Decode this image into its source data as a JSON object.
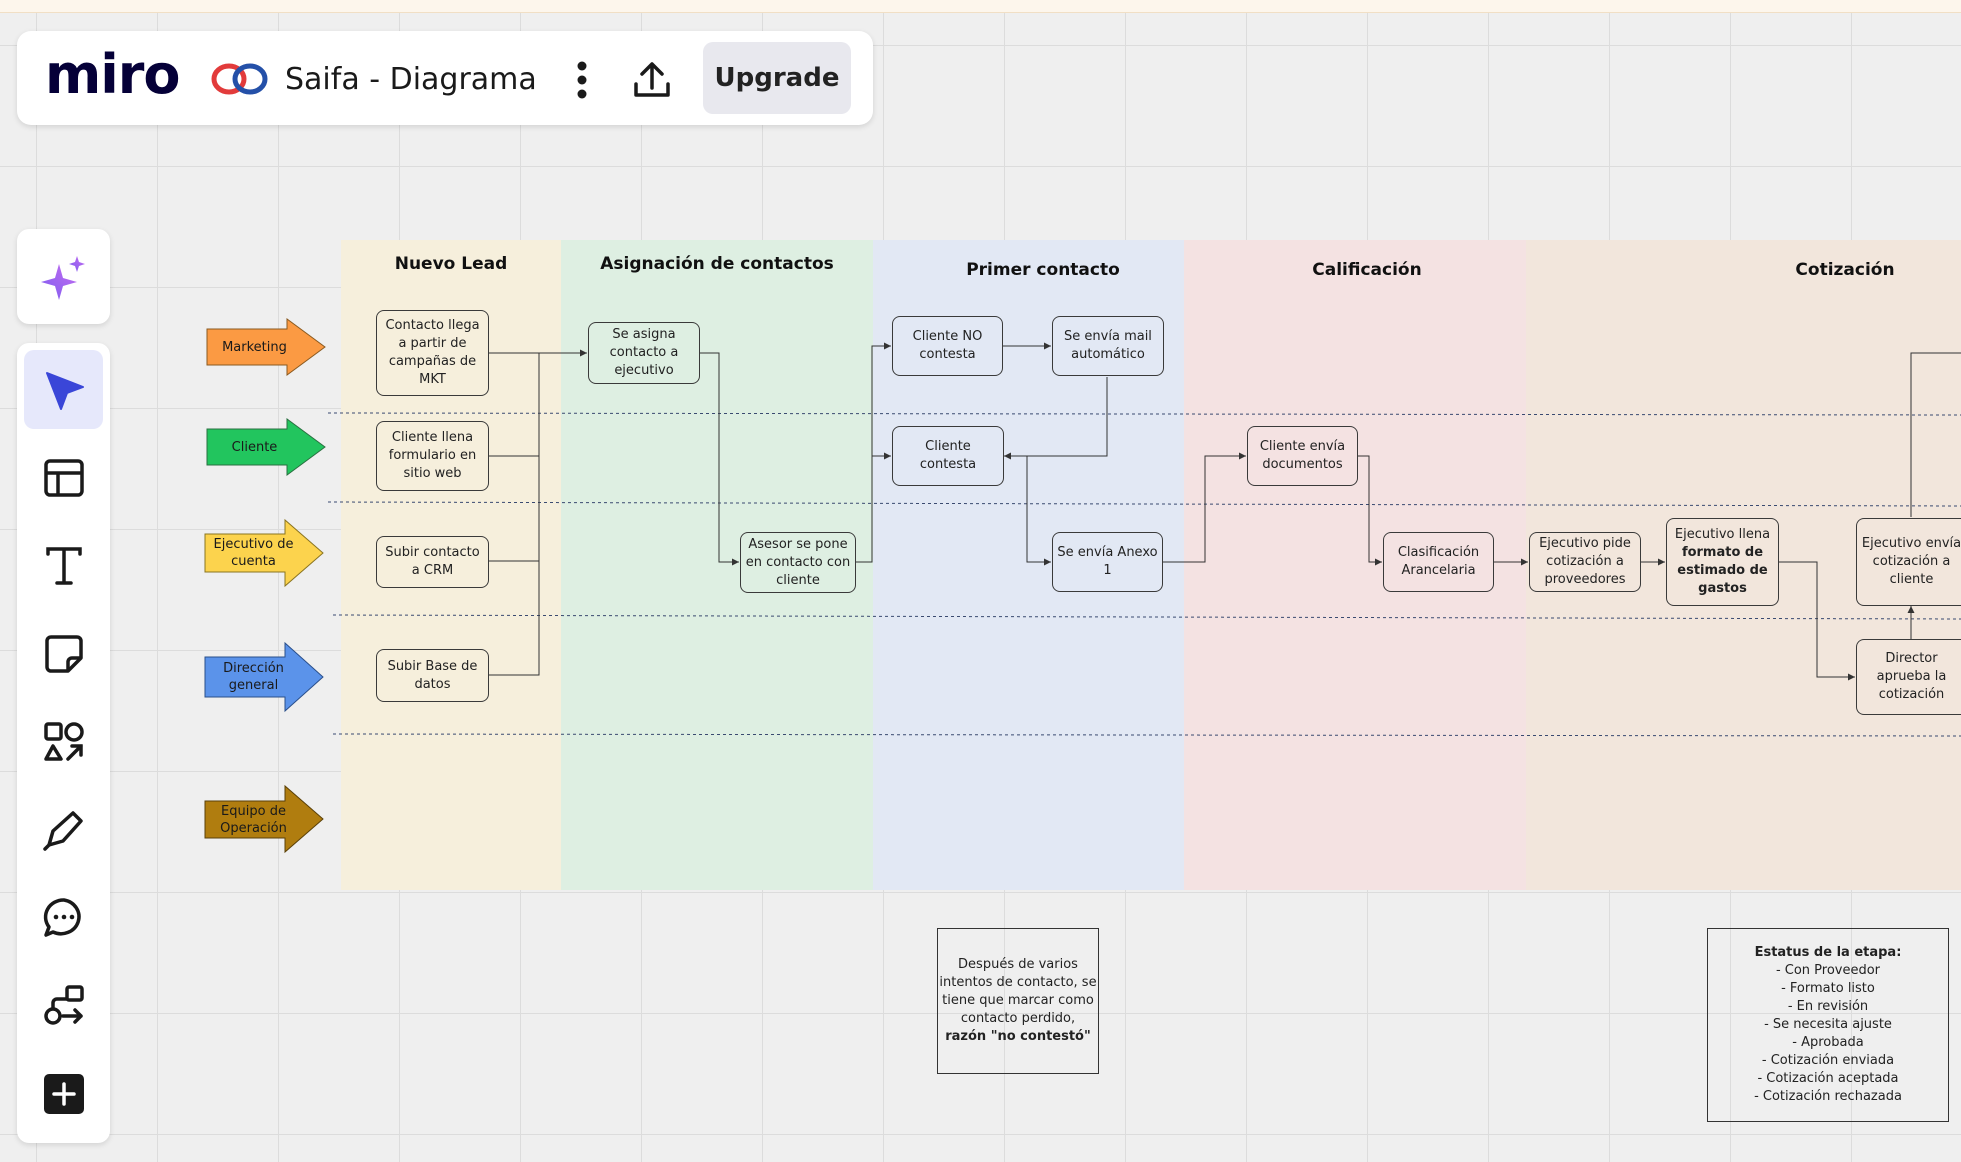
{
  "app": {
    "logo_text": "miro",
    "board_title": "Saifa - Diagrama",
    "upgrade_label": "Upgrade"
  },
  "toolbar": {
    "ai_icon": "sparkles-icon",
    "tools": [
      "cursor-icon",
      "templates-icon",
      "text-icon",
      "sticky-note-icon",
      "shapes-icon",
      "pen-icon",
      "comment-icon",
      "diagram-icon",
      "add-icon"
    ]
  },
  "colors": {
    "lane_nuevo_lead": "#f6efdc",
    "lane_asignacion": "#deefe2",
    "lane_primer": "#e2e8f4",
    "lane_calificacion": "#f4e2e2",
    "lane_cotizacion": "#f2e6dc",
    "marketing": "#fb9a43",
    "cliente": "#22c55e",
    "ejecutivo": "#fcd34d",
    "direccion": "#5b93ea",
    "equipo": "#b07d0f"
  },
  "lanes": {
    "nuevo_lead": "Nuevo Lead",
    "asignacion": "Asignación de contactos",
    "primer_contacto": "Primer contacto",
    "calificacion": "Calificación",
    "cotizacion": "Cotización"
  },
  "roles": {
    "marketing": "Marketing",
    "cliente": "Cliente",
    "ejecutivo": "Ejecutivo de cuenta",
    "direccion": "Dirección general",
    "equipo": "Equipo de Operación"
  },
  "boxes": {
    "contacto_llega": "Contacto llega a partir de campañas de MKT",
    "cliente_llena": "Cliente llena formulario en sitio web",
    "subir_crm": "Subir contacto a CRM",
    "subir_base": "Subir Base de datos",
    "se_asigna": "Se asigna contacto a ejecutivo",
    "asesor_pone": "Asesor se pone en contacto con cliente",
    "cliente_no_contesta": "Cliente NO contesta",
    "se_envia_mail": "Se envía mail automático",
    "cliente_contesta": "Cliente contesta",
    "se_envia_anexo": "Se envía Anexo 1",
    "cliente_envia_docs": "Cliente envía documentos",
    "clasificacion": "Clasificación Arancelaria",
    "ejecutivo_pide": "Ejecutivo pide cotización a proveedores",
    "ejecutivo_llena_pre": "Ejecutivo llena",
    "ejecutivo_llena_bold": "formato de estimado de gastos",
    "ejecutivo_envia": "Ejecutivo envía cotización a cliente",
    "director_aprueba": "Director aprueba la cotización"
  },
  "notes": {
    "despues_text": "Después de varios intentos de contacto, se tiene que marcar como contacto perdido,",
    "despues_bold": "razón \"no contestó\"",
    "estatus_title": "Estatus de la etapa:",
    "estatus_items": [
      "- Con Proveedor",
      "- Formato listo",
      "- En revisión",
      "- Se necesita ajuste",
      "- Aprobada",
      "- Cotización enviada",
      "- Cotización aceptada",
      "- Cotización rechazada"
    ]
  }
}
